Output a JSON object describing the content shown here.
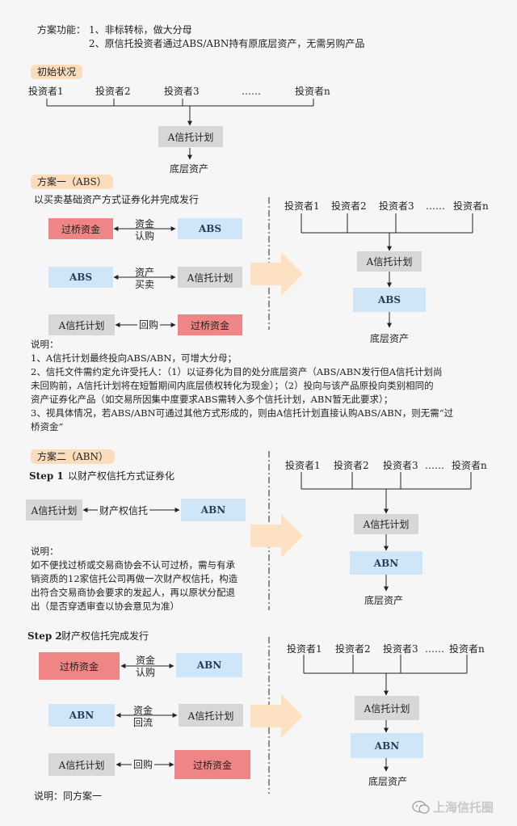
{
  "header": {
    "label": "方案功能：",
    "line1": "1、非标转标，做大分母",
    "line2": "2、原信托投资者通过ABS/ABN持有原底层资产，无需另购产品"
  },
  "initial": {
    "tag": "初始状况",
    "investors": [
      "投资者1",
      "投资者2",
      "投资者3",
      "……",
      "投资者n"
    ],
    "trust": "A信托计划",
    "asset": "底层资产"
  },
  "plan1": {
    "tag": "方案一（ABS）",
    "subtitle": "以买卖基础资产方式证券化并完成发行",
    "bridge1": "过桥资金",
    "abs1": "ABS",
    "label1": [
      "资金",
      "认购"
    ],
    "abs2": "ABS",
    "trust2": "A信托计划",
    "label2": [
      "资产",
      "买卖"
    ],
    "trust3": "A信托计划",
    "bridge3": "过桥资金",
    "label3": "回购",
    "right": {
      "investors": [
        "投资者1",
        "投资者2",
        "投资者3",
        "……",
        "投资者n"
      ],
      "trust": "A信托计划",
      "abs": "ABS",
      "asset": "底层资产"
    },
    "notes": [
      "说明：",
      "1、A信托计划最终投向ABS/ABN，可增大分母；",
      "2、信托文件需约定允许受托人：（1）以证券化为目的处分底层资产（ABS/ABN发行但A信托计划尚",
      "未回购前，A信托计划将在短暂期间内底层债权转化为现金）；（2）投向与该产品原投向类别相同的",
      "资产证券化产品（如交易所因集中度要求ABS需转入多个信托计划，ABN暂无此要求）；",
      "3、视具体情况，若ABS/ABN可通过其他方式形成的，则由A信托计划直接认购ABS/ABN，则无需“过",
      "桥资金”"
    ]
  },
  "plan2": {
    "tag": "方案二（ABN）",
    "step1": {
      "title": "Step 1",
      "subtitle": "以财产权信托方式证券化",
      "trust": "A信托计划",
      "label": "财产权信托",
      "abn": "ABN",
      "notes": [
        "说明：",
        "如不便找过桥或交易商协会不认可过桥，需与有承",
        "销资质的12家信托公司再做一次财产权信托，构造",
        "出符合交易商协会要求的发起人，再以原状分配退",
        "出（是否穿透审查以协会意见为准）"
      ],
      "right": {
        "investors": [
          "投资者1",
          "投资者2",
          "投资者3",
          "……",
          "投资者n"
        ],
        "trust": "A信托计划",
        "abn": "ABN",
        "asset": "底层资产"
      }
    },
    "step2": {
      "title": "Step 2",
      "subtitle": "财产权信托完成发行",
      "bridge1": "过桥资金",
      "abn1": "ABN",
      "label1": [
        "资金",
        "认购"
      ],
      "abn2": "ABN",
      "trust2": "A信托计划",
      "label2": [
        "资金",
        "回流"
      ],
      "trust3": "A信托计划",
      "bridge3": "过桥资金",
      "label3": "回购",
      "note": "说明：同方案一",
      "right": {
        "investors": [
          "投资者1",
          "投资者2",
          "投资者3",
          "……",
          "投资者n"
        ],
        "trust": "A信托计划",
        "abn": "ABN",
        "asset": "底层资产"
      }
    }
  },
  "watermark": "上海信托圈"
}
